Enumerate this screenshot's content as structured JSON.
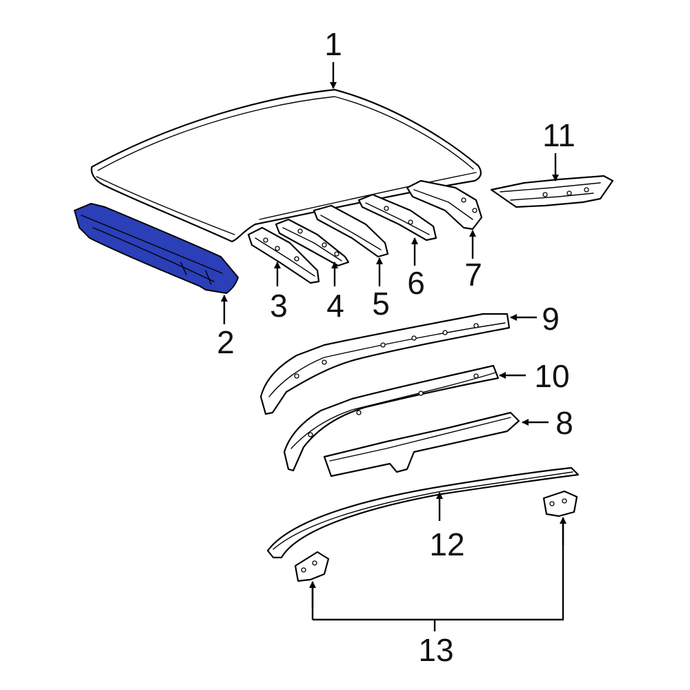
{
  "highlight_color": "#2a3fb8",
  "callouts": {
    "c1": "1",
    "c2": "2",
    "c3": "3",
    "c4": "4",
    "c5": "5",
    "c6": "6",
    "c7": "7",
    "c8": "8",
    "c9": "9",
    "c10": "10",
    "c11": "11",
    "c12": "12",
    "c13": "13"
  }
}
